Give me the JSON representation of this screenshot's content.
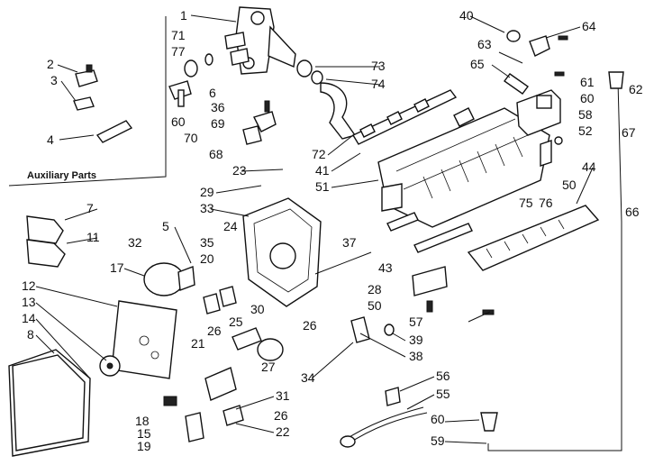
{
  "diagram": {
    "auxiliary_caption": "Auxiliary Parts",
    "part_labels": [
      {
        "id": "1",
        "text": "1"
      },
      {
        "id": "2",
        "text": "2"
      },
      {
        "id": "3",
        "text": "3"
      },
      {
        "id": "4",
        "text": "4"
      },
      {
        "id": "5",
        "text": "5"
      },
      {
        "id": "6",
        "text": "6"
      },
      {
        "id": "7",
        "text": "7"
      },
      {
        "id": "8",
        "text": "8"
      },
      {
        "id": "11",
        "text": "11"
      },
      {
        "id": "12",
        "text": "12"
      },
      {
        "id": "13",
        "text": "13"
      },
      {
        "id": "14",
        "text": "14"
      },
      {
        "id": "15",
        "text": "15"
      },
      {
        "id": "17",
        "text": "17"
      },
      {
        "id": "18",
        "text": "18"
      },
      {
        "id": "19",
        "text": "19"
      },
      {
        "id": "20",
        "text": "20"
      },
      {
        "id": "21",
        "text": "21"
      },
      {
        "id": "22",
        "text": "22"
      },
      {
        "id": "23",
        "text": "23"
      },
      {
        "id": "24",
        "text": "24"
      },
      {
        "id": "25",
        "text": "25"
      },
      {
        "id": "26a",
        "text": "26"
      },
      {
        "id": "26b",
        "text": "26"
      },
      {
        "id": "26c",
        "text": "26"
      },
      {
        "id": "27",
        "text": "27"
      },
      {
        "id": "28",
        "text": "28"
      },
      {
        "id": "29",
        "text": "29"
      },
      {
        "id": "30",
        "text": "30"
      },
      {
        "id": "31",
        "text": "31"
      },
      {
        "id": "32",
        "text": "32"
      },
      {
        "id": "33",
        "text": "33"
      },
      {
        "id": "34",
        "text": "34"
      },
      {
        "id": "35",
        "text": "35"
      },
      {
        "id": "36",
        "text": "36"
      },
      {
        "id": "37",
        "text": "37"
      },
      {
        "id": "38",
        "text": "38"
      },
      {
        "id": "39",
        "text": "39"
      },
      {
        "id": "40",
        "text": "40"
      },
      {
        "id": "41",
        "text": "41"
      },
      {
        "id": "43",
        "text": "43"
      },
      {
        "id": "44",
        "text": "44"
      },
      {
        "id": "50a",
        "text": "50"
      },
      {
        "id": "50b",
        "text": "50"
      },
      {
        "id": "51",
        "text": "51"
      },
      {
        "id": "52",
        "text": "52"
      },
      {
        "id": "55",
        "text": "55"
      },
      {
        "id": "56",
        "text": "56"
      },
      {
        "id": "57",
        "text": "57"
      },
      {
        "id": "58",
        "text": "58"
      },
      {
        "id": "59",
        "text": "59"
      },
      {
        "id": "60a",
        "text": "60"
      },
      {
        "id": "60b",
        "text": "60"
      },
      {
        "id": "60c",
        "text": "60"
      },
      {
        "id": "61",
        "text": "61"
      },
      {
        "id": "62",
        "text": "62"
      },
      {
        "id": "63",
        "text": "63"
      },
      {
        "id": "64",
        "text": "64"
      },
      {
        "id": "65",
        "text": "65"
      },
      {
        "id": "66",
        "text": "66"
      },
      {
        "id": "67",
        "text": "67"
      },
      {
        "id": "68",
        "text": "68"
      },
      {
        "id": "69",
        "text": "69"
      },
      {
        "id": "70",
        "text": "70"
      },
      {
        "id": "71",
        "text": "71"
      },
      {
        "id": "72",
        "text": "72"
      },
      {
        "id": "73",
        "text": "73"
      },
      {
        "id": "74",
        "text": "74"
      },
      {
        "id": "75",
        "text": "75"
      },
      {
        "id": "76",
        "text": "76"
      },
      {
        "id": "77",
        "text": "77"
      }
    ]
  }
}
